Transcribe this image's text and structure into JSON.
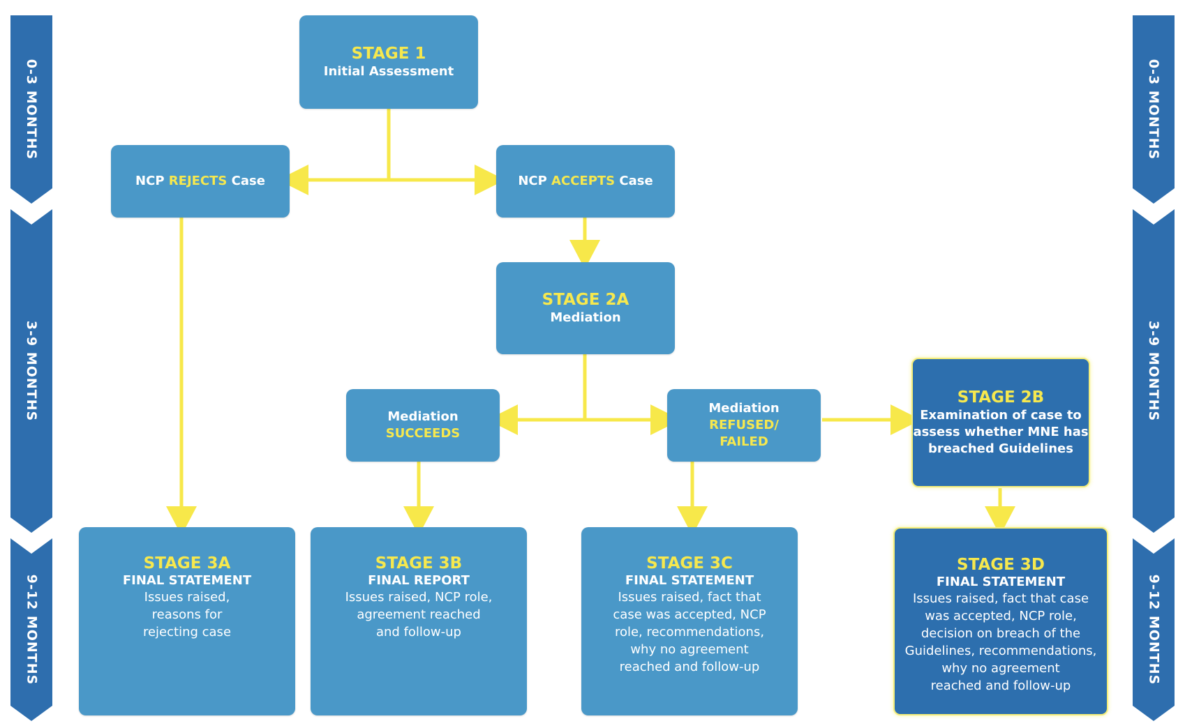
{
  "timeline": {
    "left": [
      "0-3 MONTHS",
      "3-9 MONTHS",
      "9-12 MONTHS"
    ],
    "right": [
      "0-3 MONTHS",
      "3-9 MONTHS",
      "9-12 MONTHS"
    ]
  },
  "stage1": {
    "title": "STAGE 1",
    "subtitle": "Initial Assessment"
  },
  "ncp_rejects": {
    "prefix": "NCP ",
    "highlight": "REJECTS",
    "suffix": " Case"
  },
  "ncp_accepts": {
    "prefix": "NCP ",
    "highlight": "ACCEPTS",
    "suffix": " Case"
  },
  "stage2a": {
    "title": "STAGE 2A",
    "subtitle": "Mediation"
  },
  "mediation_succeeds": {
    "line1": "Mediation",
    "highlight": "SUCCEEDS"
  },
  "mediation_failed": {
    "line1": "Mediation",
    "highlight1": "REFUSED/",
    "highlight2": "FAILED"
  },
  "stage2b": {
    "title": "STAGE 2B",
    "lines": [
      "Examination of case to",
      "assess whether MNE has",
      "breached Guidelines"
    ]
  },
  "stage3a": {
    "title": "STAGE 3A",
    "subtitle": "FINAL STATEMENT",
    "lines": [
      "Issues raised,",
      "reasons for",
      "rejecting case"
    ]
  },
  "stage3b": {
    "title": "STAGE 3B",
    "subtitle": "FINAL REPORT",
    "lines": [
      "Issues raised, NCP role,",
      "agreement reached",
      "and follow-up"
    ]
  },
  "stage3c": {
    "title": "STAGE 3C",
    "subtitle": "FINAL STATEMENT",
    "lines": [
      "Issues raised, fact that",
      "case was accepted, NCP",
      "role, recommendations,",
      "why no agreement",
      "reached and follow-up"
    ]
  },
  "stage3d": {
    "title": "STAGE 3D",
    "subtitle": "FINAL STATEMENT",
    "lines": [
      "Issues raised, fact that case",
      "was accepted, NCP role,",
      "decision on breach of the",
      "Guidelines, recommendations,",
      "why no agreement",
      "reached and follow-up"
    ]
  },
  "colors": {
    "box": "#4a98c8",
    "box_dark": "#2d6fae",
    "accent": "#f6e84e",
    "band": "#2e6eae"
  }
}
